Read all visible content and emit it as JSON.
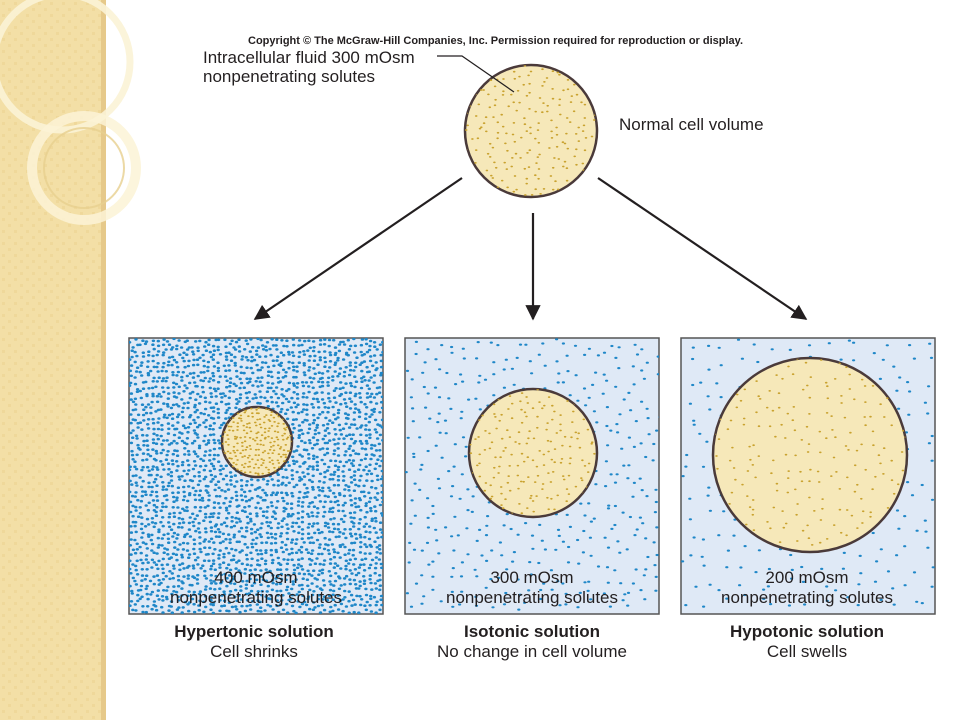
{
  "copyright": "Copyright © The McGraw-Hill Companies, Inc. Permission required for reproduction or display.",
  "top_cell": {
    "label_line1": "Intracellular fluid 300 mOsm",
    "label_line2": "nonpenetrating solutes",
    "volume_label": "Normal cell volume"
  },
  "panels": [
    {
      "osm_label": "400 mOsm",
      "solute_label": "nonpenetrating solutes",
      "title": "Hypertonic solution",
      "effect": "Cell shrinks"
    },
    {
      "osm_label": "300 mOsm",
      "solute_label": "nonpenetrating solutes",
      "title": "Isotonic solution",
      "effect": "No change in cell volume"
    },
    {
      "osm_label": "200 mOsm",
      "solute_label": "nonpenetrating solutes",
      "title": "Hypotonic solution",
      "effect": "Cell swells"
    }
  ],
  "colors": {
    "sidebar": "#f3dfa6",
    "sidebar_edge": "#e6c98a",
    "solution_bg": "#dfe9f6",
    "solute_dot": "#1f87c8",
    "cell_fill": "#f6e8b9",
    "cell_dot": "#c9a22f",
    "cell_border": "#4a3a3a",
    "arrow": "#231f20"
  }
}
